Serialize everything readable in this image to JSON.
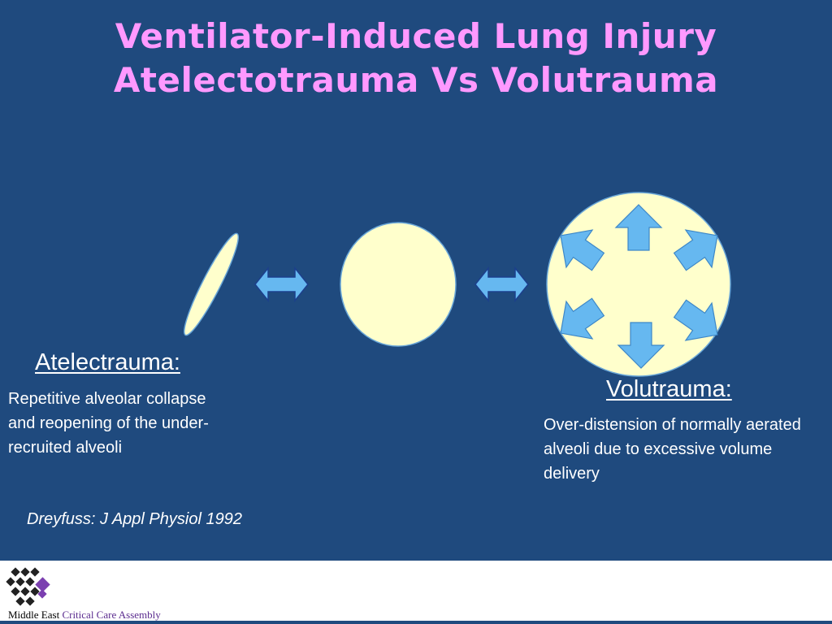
{
  "title": {
    "line1": "Ventilator-Induced Lung Injury",
    "line2": "Atelectotrauma Vs Volutrauma"
  },
  "atelectrauma": {
    "heading": "Atelectrauma:",
    "description": "Repetitive alveolar collapse and reopening of the under-recruited alveoli"
  },
  "volutrauma": {
    "heading": "Volutrauma:",
    "description": "Over-distension of normally aerated alveoli due to excessive volume delivery"
  },
  "citation": "Dreyfuss: J Appl Physiol 1992",
  "footer": {
    "org_part1": "Middle East",
    "org_part2": "Critical Care Assembly"
  },
  "colors": {
    "background": "#1f4a7e",
    "title": "#ff99ff",
    "alveolus_fill": "#ffffcc",
    "arrow_fill": "#66b8f0"
  }
}
